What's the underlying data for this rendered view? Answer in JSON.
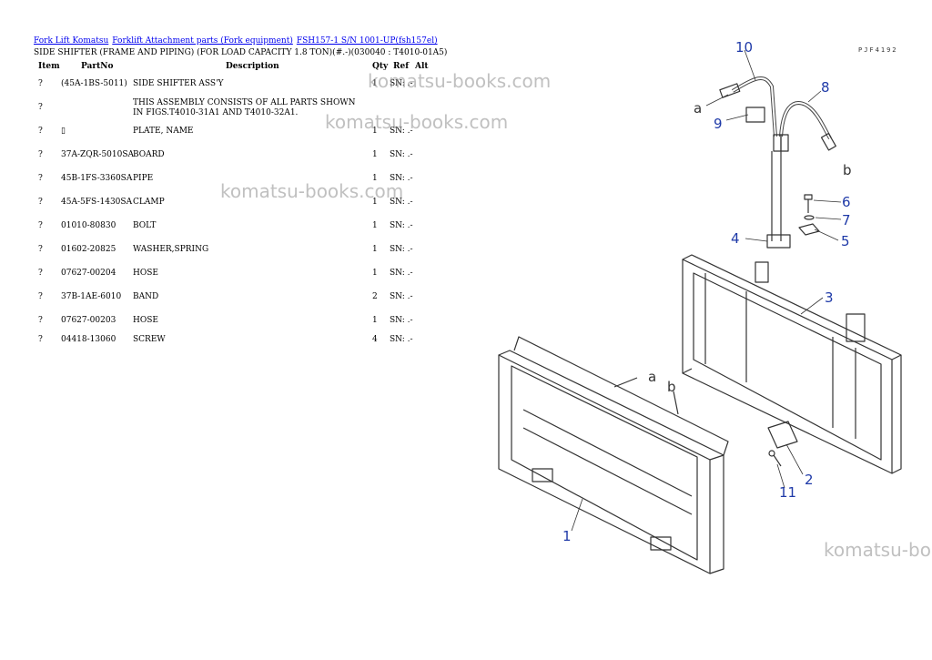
{
  "breadcrumb": {
    "link1": "Fork Lift Komatsu",
    "link2": "Forklift Attachment parts (Fork equipment)",
    "link3": "FSH157-1 S/N 1001-UP(fsh157el)"
  },
  "title": "SIDE SHIFTER (FRAME AND PIPING) (FOR LOAD CAPACITY 1.8 TON)(#.-)(030040 : T4010-01A5)",
  "table": {
    "headers": {
      "item": "Item",
      "partno": "PartNo",
      "description": "Description",
      "qty": "Qty",
      "ref": "Ref",
      "alt": "Alt"
    },
    "rows": [
      {
        "item": "?",
        "partno": "(45A-1BS-5011)",
        "description": "SIDE SHIFTER ASS'Y",
        "qty": "1",
        "sn": "SN: .-"
      },
      {
        "item": "?",
        "partno": "",
        "description": "THIS ASSEMBLY CONSISTS OF ALL PARTS SHOWN IN FIGS.T4010-31A1 AND T4010-32A1.",
        "qty": "",
        "sn": ""
      },
      {
        "item": "?",
        "partno": "▯",
        "description": "PLATE, NAME",
        "qty": "1",
        "sn": "SN: .-"
      },
      {
        "item": "?",
        "partno": "37A-ZQR-5010SA",
        "description": "BOARD",
        "qty": "1",
        "sn": "SN: .-"
      },
      {
        "item": "?",
        "partno": "45B-1FS-3360SA",
        "description": "PIPE",
        "qty": "1",
        "sn": "SN: .-"
      },
      {
        "item": "?",
        "partno": "45A-5FS-1430SA",
        "description": "CLAMP",
        "qty": "1",
        "sn": "SN: .-"
      },
      {
        "item": "?",
        "partno": "01010-80830",
        "description": "BOLT",
        "qty": "1",
        "sn": "SN: .-"
      },
      {
        "item": "?",
        "partno": "01602-20825",
        "description": "WASHER,SPRING",
        "qty": "1",
        "sn": "SN: .-"
      },
      {
        "item": "?",
        "partno": "07627-00204",
        "description": "HOSE",
        "qty": "1",
        "sn": "SN: .-"
      },
      {
        "item": "?",
        "partno": "37B-1AE-6010",
        "description": "BAND",
        "qty": "2",
        "sn": "SN: .-"
      },
      {
        "item": "?",
        "partno": "07627-00203",
        "description": "HOSE",
        "qty": "1",
        "sn": "SN: .-"
      },
      {
        "item": "?",
        "partno": "04418-13060",
        "description": "SCREW",
        "qty": "4",
        "sn": "SN: .-"
      }
    ]
  },
  "watermarks": [
    "komatsu-books.com",
    "komatsu-books.com",
    "komatsu-books.com",
    "komatsu-bo"
  ],
  "diagram": {
    "figure_code": "PJF4192",
    "callouts": [
      "10",
      "a",
      "9",
      "8",
      "b",
      "6",
      "7",
      "4",
      "5",
      "3",
      "a",
      "b",
      "2",
      "11",
      "1"
    ]
  }
}
